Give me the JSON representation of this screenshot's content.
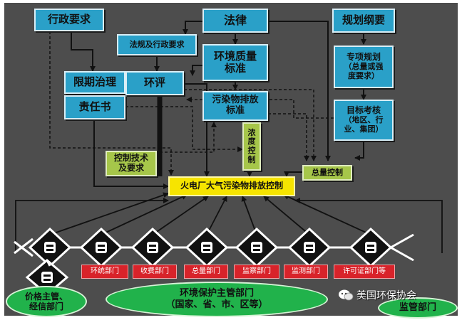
{
  "colors": {
    "blue": "#2aa0c8",
    "olive": "#a6c64a",
    "yellow": "#f6e400",
    "red": "#d8232a",
    "green": "#21b24b",
    "panel": "#4d4d4d"
  },
  "boxes": {
    "admin_requirements": "行政要求",
    "law": "法律",
    "planning_outline": "规划纲要",
    "regulations": "法规及行政要求",
    "env_quality_standard": [
      "环境质量",
      "标准"
    ],
    "special_plan": [
      "专项规划",
      "（总量或强",
      "度要求）"
    ],
    "deadline_treatment": "限期治理",
    "eia": "环评",
    "responsibility_letter": "责任书",
    "emission_standard": [
      "污染物排放",
      "标准"
    ],
    "target_assessment": [
      "目标考核",
      "（地区、行",
      "业、集团）"
    ],
    "concentration_control": [
      "浓",
      "度",
      "控",
      "制"
    ],
    "control_tech": [
      "控制技术",
      "及要求"
    ],
    "total_control": "总量控制",
    "central": "火电厂大气污染物排放控制"
  },
  "departments": [
    "环统部门",
    "收费部门",
    "总量部门",
    "监察部门",
    "监测部门",
    "许可证部门等"
  ],
  "ellipses": {
    "price": [
      "价格主管、",
      "经信部门"
    ],
    "env_protection": [
      "环境保护主管部门",
      "（国家、省、市、区等）"
    ],
    "supervision": "监管部门"
  },
  "watermark": {
    "text": "美国环保协会",
    "icon": "wechat-icon"
  }
}
